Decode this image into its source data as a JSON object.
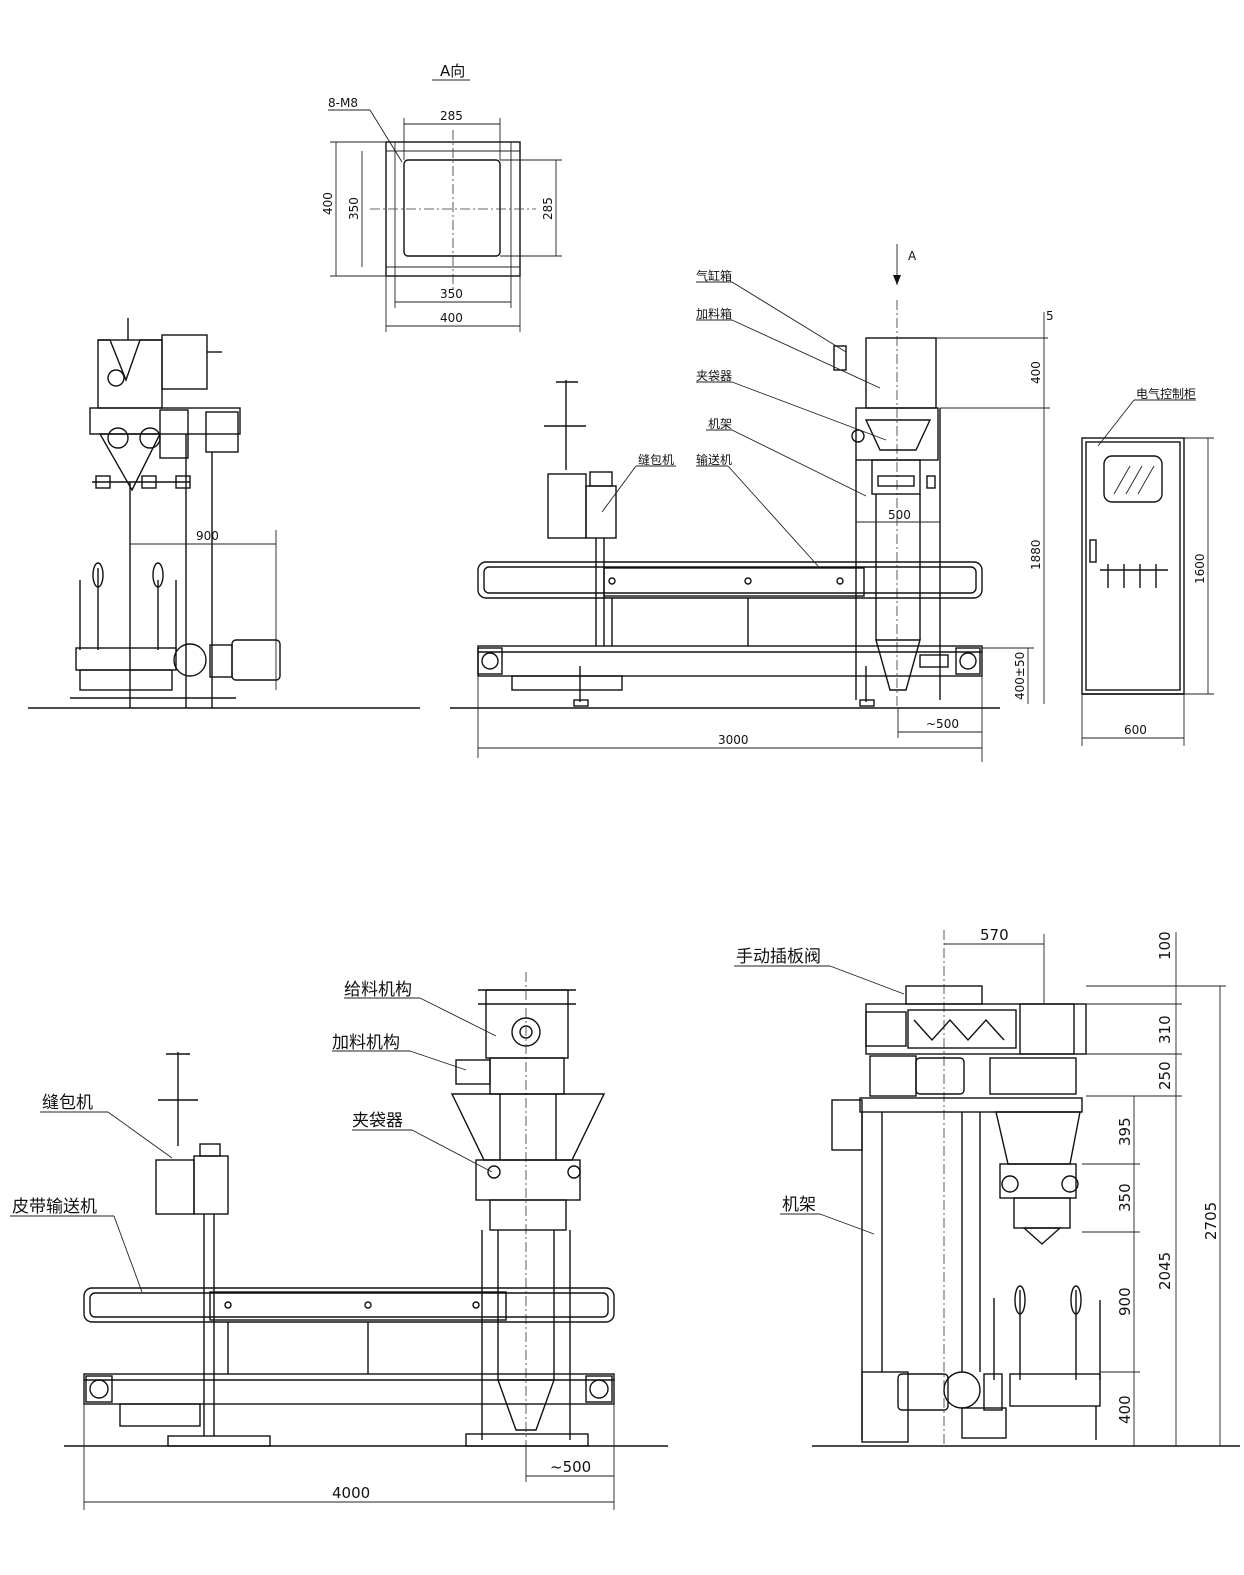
{
  "view_a": {
    "title": "A向",
    "bolt": "8-M8",
    "dim_top": "285",
    "dim_left_outer": "400",
    "dim_left_inner": "350",
    "dim_right": "285",
    "dim_bottom_inner": "350",
    "dim_bottom_outer": "400"
  },
  "drawing1": {
    "arrow_label": "A",
    "labels": {
      "cylinder_box": "气缸箱",
      "feed_box": "加料箱",
      "bag_clamp": "夹袋器",
      "frame": "机架",
      "conveyor": "输送机",
      "sewing": "缝包机",
      "cabinet": "电气控制柜"
    },
    "dims": {
      "side_900": "900",
      "top_5": "5",
      "h_400": "400",
      "h_1880": "1880",
      "h_400pm": "400±50",
      "w_500": "500",
      "w_500b": "~500",
      "w_3000": "3000",
      "cab_1600": "1600",
      "cab_600": "600"
    }
  },
  "drawing2": {
    "labels": {
      "feeder": "给料机构",
      "feed_mech": "加料机构",
      "sewing": "缝包机",
      "clamp": "夹袋器",
      "belt": "皮带输送机"
    },
    "dims": {
      "w_4000": "4000",
      "w_500": "~500"
    }
  },
  "drawing3": {
    "labels": {
      "valve": "手动插板阀",
      "frame": "机架"
    },
    "dims": {
      "w_570": "570",
      "h_100": "100",
      "h_310": "310",
      "h_250": "250",
      "h_395": "395",
      "h_350": "350",
      "h_900": "900",
      "h_400": "400",
      "h_2045": "2045",
      "h_2705": "2705"
    }
  }
}
